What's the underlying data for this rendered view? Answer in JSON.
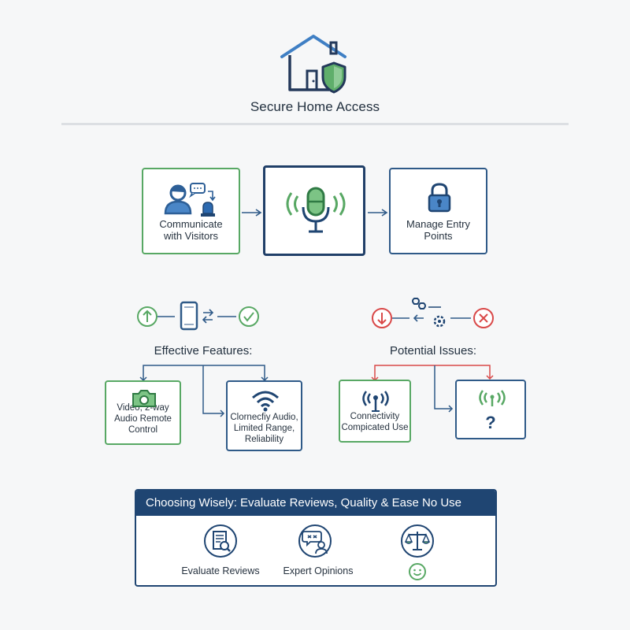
{
  "header": {
    "title": "Secure Home Access",
    "icon": "home-shield-icon"
  },
  "flow": {
    "communicate_label": "Communicate with Visitors",
    "manage_label": "Manage Entry Points",
    "center_icon": "microphone-icon"
  },
  "features": {
    "heading": "Effective Features:",
    "video_label": "Video, 2-way Audio Remote Control",
    "audio_label": "Clornecfiy Audio, Limited Range, Reliability"
  },
  "issues": {
    "heading": "Potential Issues:",
    "connectivity_label": "Connectivity Compicated Use",
    "question_mark": "?"
  },
  "banner": {
    "heading": "Choosing Wisely: Evaluate Reviews, Quality & Ease No Use",
    "items": [
      {
        "label": "Evaluate Reviews",
        "icon": "document-search-icon"
      },
      {
        "label": "Expert Opinions",
        "icon": "expert-chat-icon"
      },
      {
        "label": "",
        "icon": "scales-smiley-icon"
      }
    ]
  },
  "colors": {
    "green": "#58a864",
    "blue": "#2f5a88",
    "navy": "#1f4572",
    "red": "#d94848"
  }
}
